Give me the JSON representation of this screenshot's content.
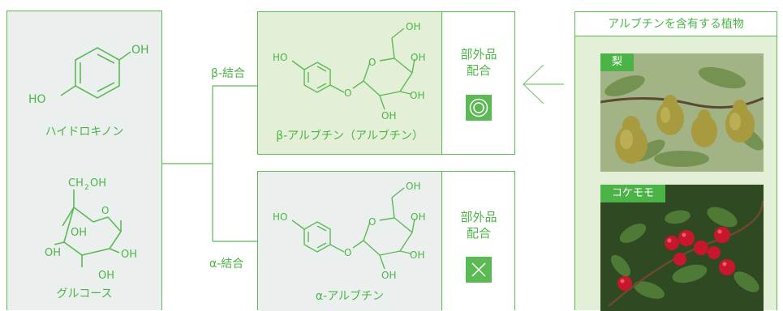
{
  "left_panel": {
    "hydroquinone": {
      "name": "ハイドロキノン",
      "oh_top": "OH",
      "oh_bottom": "HO"
    },
    "glucose": {
      "name": "グルコース",
      "ch2oh_ch": "CH",
      "ch2oh_sub": "2",
      "ch2oh_oh": "OH",
      "oh_labels": [
        "OH",
        "OH",
        "OH",
        "OH"
      ]
    }
  },
  "bonds": {
    "beta": "β-結合",
    "alpha": "α-結合"
  },
  "beta_box": {
    "name": "β-アルブチン（アルブチン）",
    "badge": [
      "部外品",
      "配合"
    ],
    "mark": "double-circle",
    "atoms": {
      "ho": "HO",
      "o_link": "O",
      "o_ring": "O",
      "oh_top": "OH",
      "oh_r1": "OH",
      "oh_r2": "OH",
      "oh_bottom": "OH"
    }
  },
  "alpha_box": {
    "name": "α-アルブチン",
    "badge": [
      "部外品",
      "配合"
    ],
    "mark": "cross",
    "atoms": {
      "ho": "HO",
      "o_link": "O",
      "o_ring": "O",
      "oh_top": "OH",
      "oh_r1": "OH",
      "oh_r2": "OH",
      "oh_bottom": "OH"
    }
  },
  "plants": {
    "title": "アルブチンを含有する植物",
    "items": [
      {
        "label": "梨"
      },
      {
        "label": "コケモモ"
      }
    ]
  },
  "colors": {
    "accent": "#4cb447",
    "line": "#5cba55",
    "bg_gray": "#ebf0ef",
    "bg_green": "#e3efd6"
  }
}
